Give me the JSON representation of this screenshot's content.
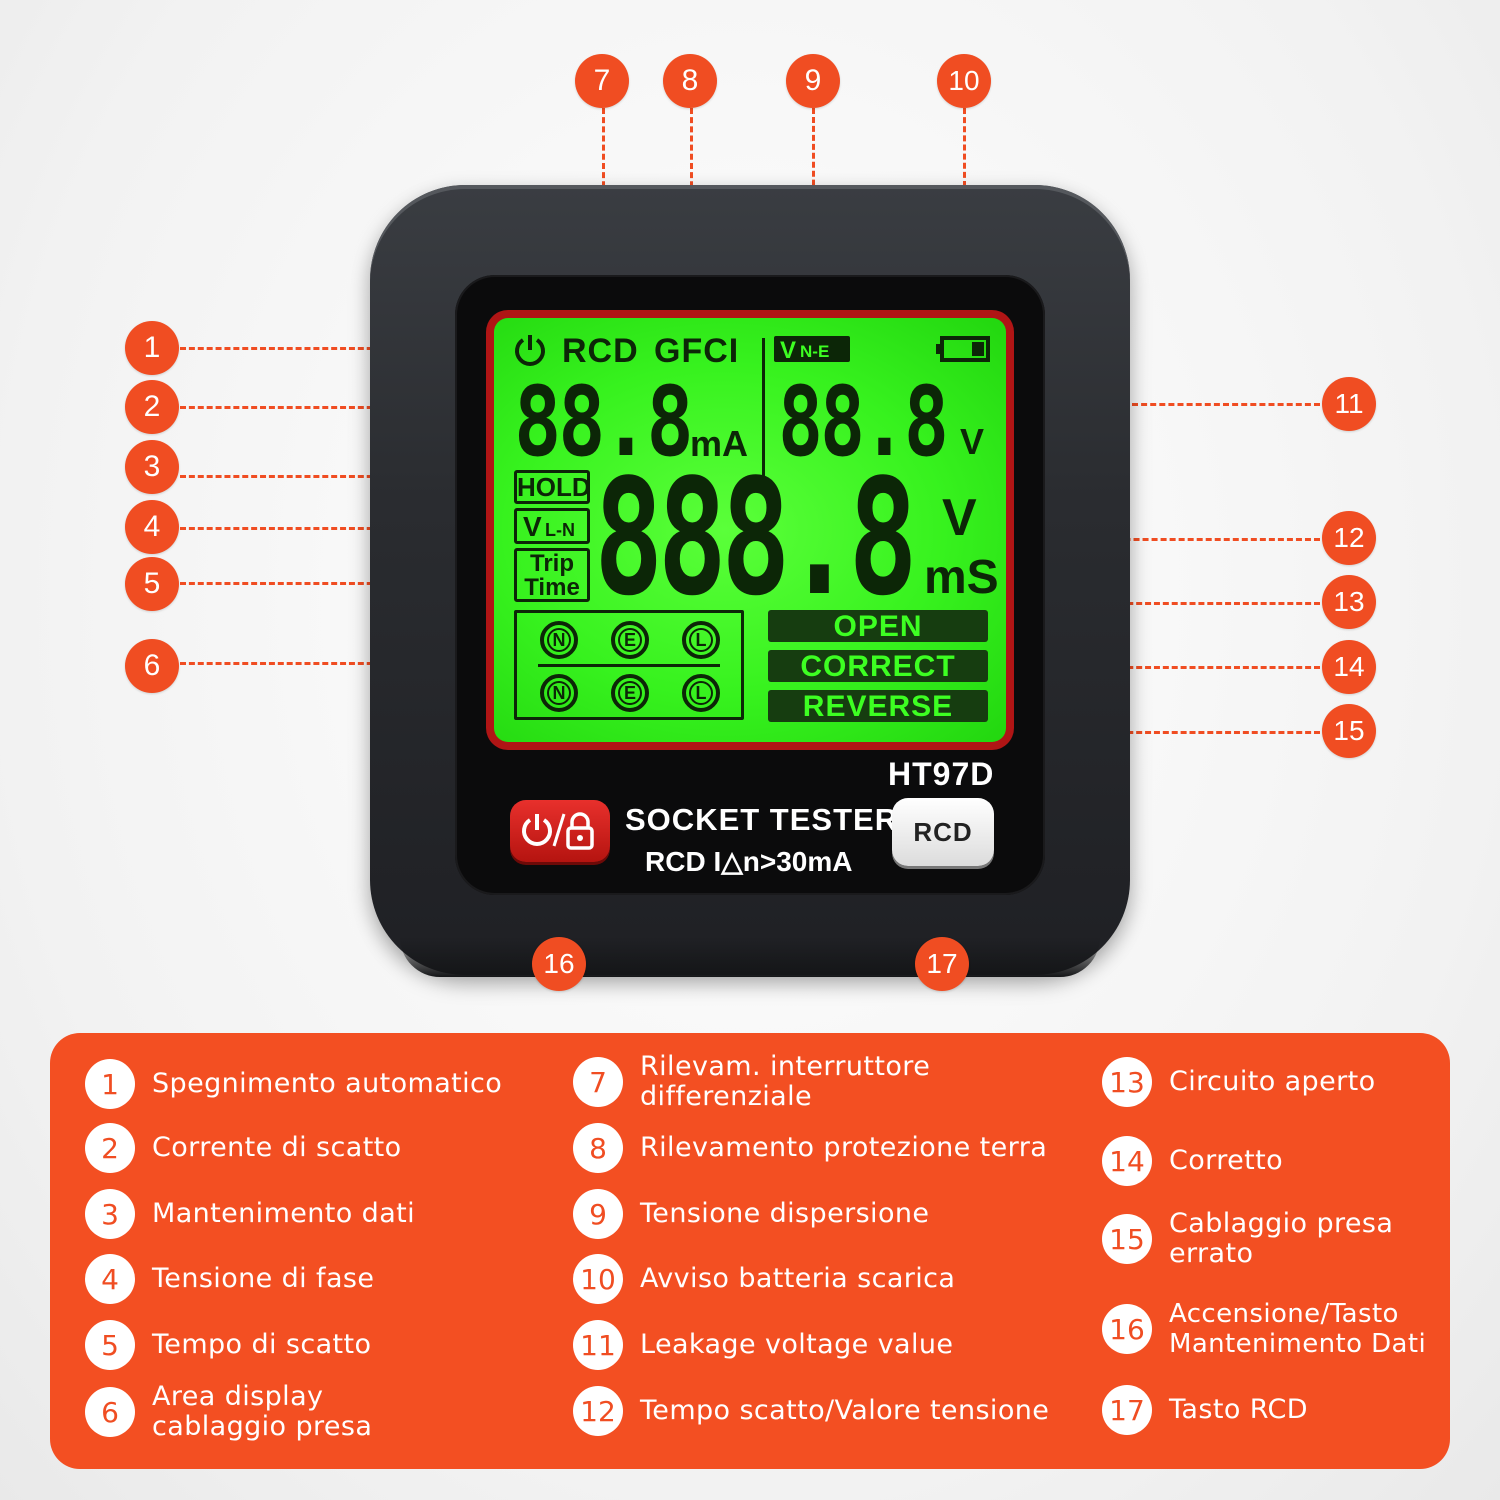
{
  "device": {
    "model": "HT97D",
    "product": "SOCKET TESTER",
    "spec": "RCD I△n>30mA",
    "rcd_button": "RCD",
    "power_button_icon": "power-lock-icon"
  },
  "lcd": {
    "rcd": "RCD",
    "gfci": "GFCI",
    "vne_main": "V",
    "vne_sub": "N-E",
    "digits_small": "88.8",
    "unit_ma": "mA",
    "unit_v_small": "V",
    "digits_large": "888.8",
    "unit_v": "V",
    "unit_ms": "mS",
    "hold": "HOLD",
    "vln_main": "V",
    "vln_sub": "L-N",
    "trip": "Trip",
    "time": "Time",
    "wiring_top": [
      "N",
      "E",
      "L"
    ],
    "wiring_bottom": [
      "N",
      "E",
      "L"
    ],
    "open": "OPEN",
    "correct": "CORRECT",
    "reverse": "REVERSE"
  },
  "callouts": [
    "1",
    "2",
    "3",
    "4",
    "5",
    "6",
    "7",
    "8",
    "9",
    "10",
    "11",
    "12",
    "13",
    "14",
    "15",
    "16",
    "17"
  ],
  "legend": [
    {
      "n": "1",
      "text": "Spegnimento automatico"
    },
    {
      "n": "2",
      "text": "Corrente di scatto"
    },
    {
      "n": "3",
      "text": "Mantenimento dati"
    },
    {
      "n": "4",
      "text": "Tensione di fase"
    },
    {
      "n": "5",
      "text": "Tempo di scatto"
    },
    {
      "n": "6",
      "text": "Area display\ncablaggio presa"
    },
    {
      "n": "7",
      "text": "Rilevam. interruttore\ndifferenziale"
    },
    {
      "n": "8",
      "text": "Rilevamento protezione terra"
    },
    {
      "n": "9",
      "text": "Tensione dispersione"
    },
    {
      "n": "10",
      "text": "Avviso batteria scarica"
    },
    {
      "n": "11",
      "text": "Leakage voltage value"
    },
    {
      "n": "12",
      "text": "Tempo scatto/Valore tensione"
    },
    {
      "n": "13",
      "text": "Circuito aperto"
    },
    {
      "n": "14",
      "text": "Corretto"
    },
    {
      "n": "15",
      "text": "Cablaggio presa\nerrato"
    },
    {
      "n": "16",
      "text": "Accensione/Tasto\nMantenimento Dati"
    },
    {
      "n": "17",
      "text": "Tasto RCD"
    }
  ]
}
